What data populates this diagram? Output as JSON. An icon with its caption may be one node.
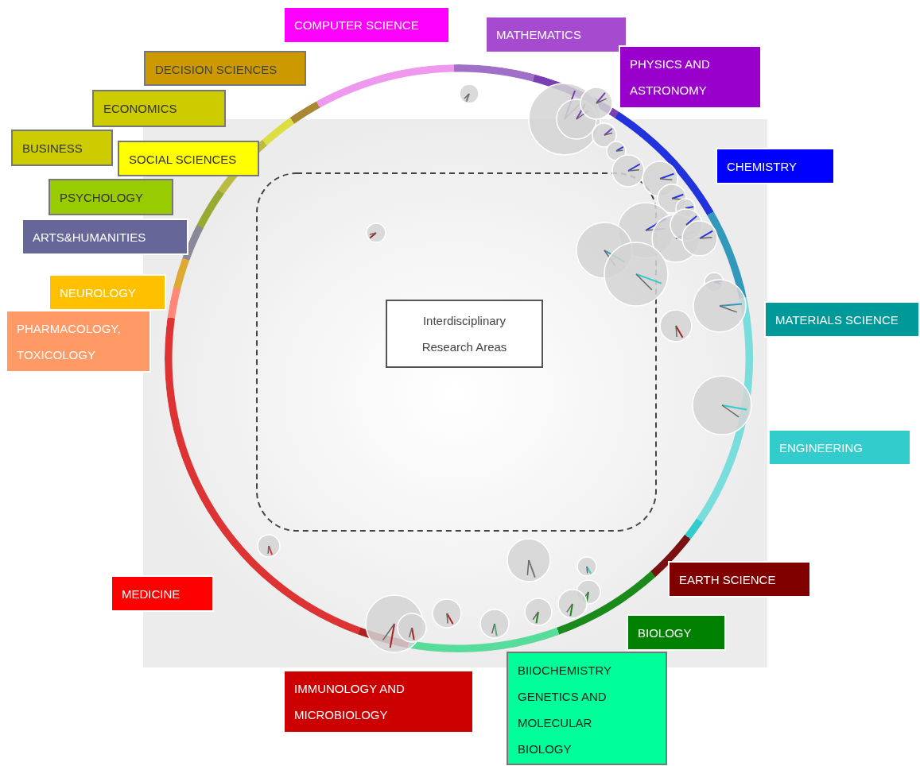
{
  "diagram": {
    "nodes": [
      {
        "text": [
          "COMPUTER SCIENCE"
        ]
      },
      {
        "text": [
          "MATHEMATICS"
        ]
      },
      {
        "text": [
          "PHYSICS AND ASTRONOMY"
        ]
      },
      {
        "text": [
          "CHEMISTRY"
        ]
      },
      {
        "text": [
          "MATERIALS SCIENCE"
        ]
      },
      {
        "text": [
          "ENGINEERING"
        ]
      },
      {
        "text": [
          "EARTH SCIENCE"
        ]
      },
      {
        "text": [
          "BIOLOGY"
        ]
      },
      {
        "text": [
          "BIIOCHEMISTRY GENETICS AND MOLECULAR BIOLOGY"
        ]
      },
      {
        "text": [
          "IMMUNOLOGY AND MICROBIOLOGY"
        ]
      },
      {
        "text": [
          "MEDICINE"
        ]
      },
      {
        "text": [
          "PHARMACOLOGY, TOXICOLOGY"
        ]
      },
      {
        "text": [
          "NEUROLOGY"
        ]
      },
      {
        "text": [
          "ARTS&HUMANITIES"
        ]
      },
      {
        "text": [
          "PSYCHOLOGY"
        ]
      },
      {
        "text": [
          "BUSINESS"
        ]
      },
      {
        "text": [
          "SOCIAL SCIENCES"
        ]
      },
      {
        "text": [
          "ECONOMICS"
        ]
      },
      {
        "text": [
          "DECISION SCIENCES"
        ]
      },
      {
        "text": [
          "Interdisciplinary Research Areas"
        ]
      }
    ]
  }
}
